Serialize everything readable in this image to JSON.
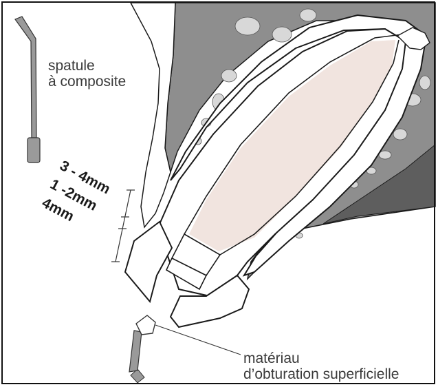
{
  "labels": {
    "tool_line1": "spatule",
    "tool_line2": "à composite",
    "material_line1": "matériau",
    "material_line2": "d’obturation superficielle"
  },
  "dimensions": [
    "3 - 4mm",
    "1 -2mm",
    "4mm"
  ],
  "colors": {
    "bone": "#8a8a8a",
    "bone_dark": "#5e5e5e",
    "marrow": "#d8d8d8",
    "soft_tissue": "#ffffff",
    "root_fill": "#f1e4df",
    "outline": "#1a1a1a"
  }
}
